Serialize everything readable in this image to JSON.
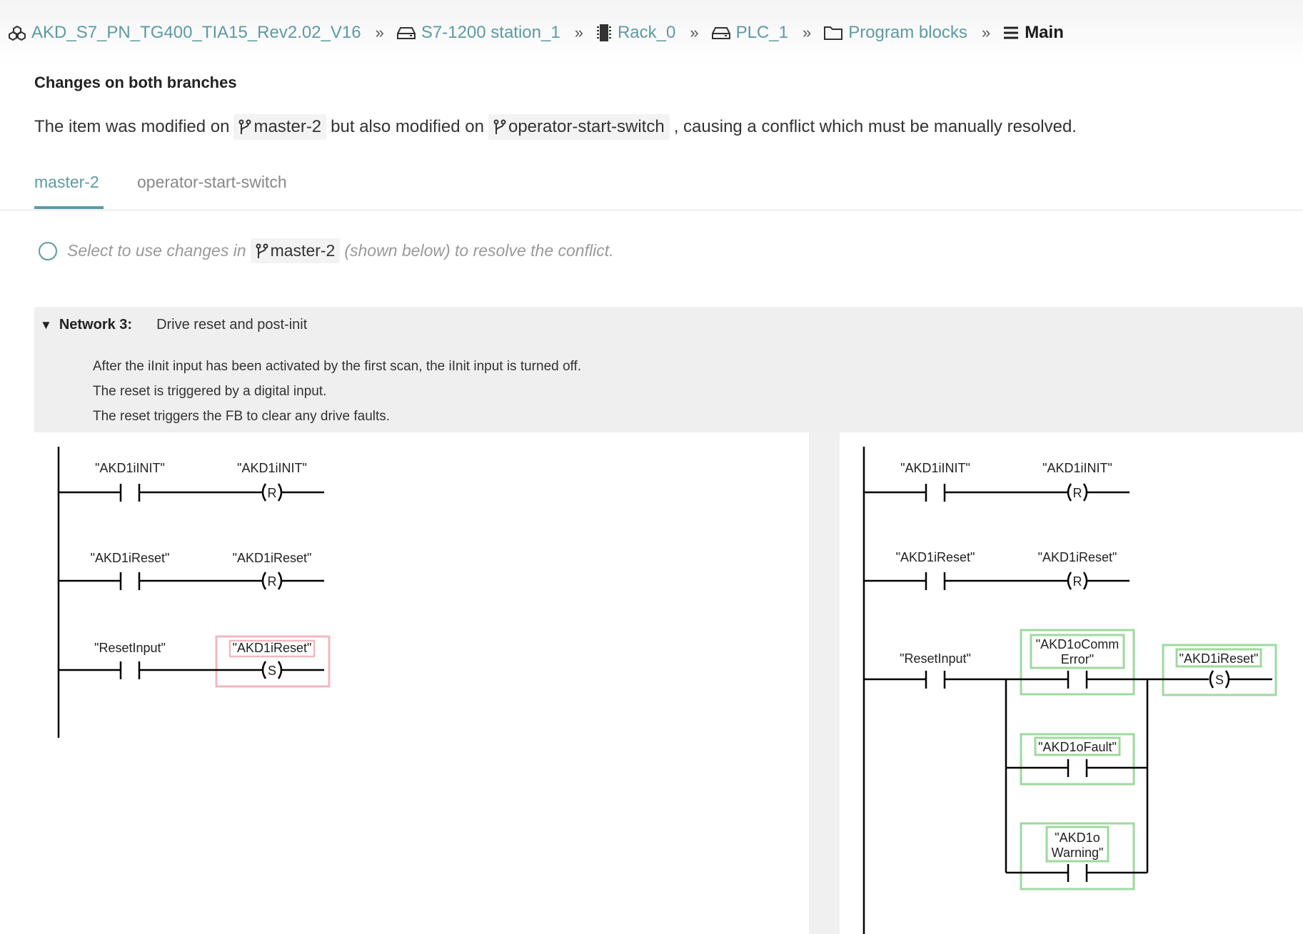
{
  "breadcrumb": [
    {
      "label": "AKD_S7_PN_TG400_TIA15_Rev2.02_V16",
      "icon": "project-icon"
    },
    {
      "label": "S7-1200 station_1",
      "icon": "station-icon"
    },
    {
      "label": "Rack_0",
      "icon": "rack-icon"
    },
    {
      "label": "PLC_1",
      "icon": "plc-icon"
    },
    {
      "label": "Program blocks",
      "icon": "folder-icon"
    },
    {
      "label": "Main",
      "icon": "menu-icon"
    }
  ],
  "separator": "»",
  "conflict": {
    "heading": "Changes on both branches",
    "message_prefix": "The item was modified on",
    "branch_a": "master-2",
    "message_middle": "but also modified on",
    "branch_b": "operator-start-switch",
    "message_suffix": ", causing a conflict which must be manually resolved."
  },
  "tabs": [
    "master-2",
    "operator-start-switch"
  ],
  "select": {
    "prefix": "Select to use changes in",
    "branch": "master-2",
    "suffix": "(shown below) to resolve the conflict."
  },
  "network": {
    "label": "Network 3:",
    "title": "Drive reset and post-init",
    "comment": [
      "After the iInit input has been activated by the first scan, the iInit input is turned off.",
      "The reset is triggered by a digital input.",
      "The reset triggers the FB to clear any drive faults."
    ]
  },
  "ladder_left": {
    "rungs": [
      {
        "contact": "\"AKD1iINIT\"",
        "coil": "\"AKD1iINIT\"",
        "coil_type": "R"
      },
      {
        "contact": "\"AKD1iReset\"",
        "coil": "\"AKD1iReset\"",
        "coil_type": "R"
      },
      {
        "contact": "\"ResetInput\"",
        "coil": "\"AKD1iReset\"",
        "coil_type": "S"
      }
    ]
  },
  "ladder_right": {
    "rungs": [
      {
        "contact": "\"AKD1iINIT\"",
        "coil": "\"AKD1iINIT\"",
        "coil_type": "R"
      },
      {
        "contact": "\"AKD1iReset\"",
        "coil": "\"AKD1iReset\"",
        "coil_type": "R"
      }
    ],
    "rung3": {
      "contact": "\"ResetInput\"",
      "parallel_line1": [
        "\"AKD1oComm",
        "Error\""
      ],
      "parallel_line2": [
        "\"AKD1oFault\""
      ],
      "parallel_line3": [
        "\"AKD1o",
        "Warning\""
      ],
      "coil": "\"AKD1iReset\"",
      "coil_type": "S"
    }
  },
  "colors": {
    "accent": "#5e9aa3",
    "removed": "#f2b8c0",
    "added": "#9fd99f"
  }
}
